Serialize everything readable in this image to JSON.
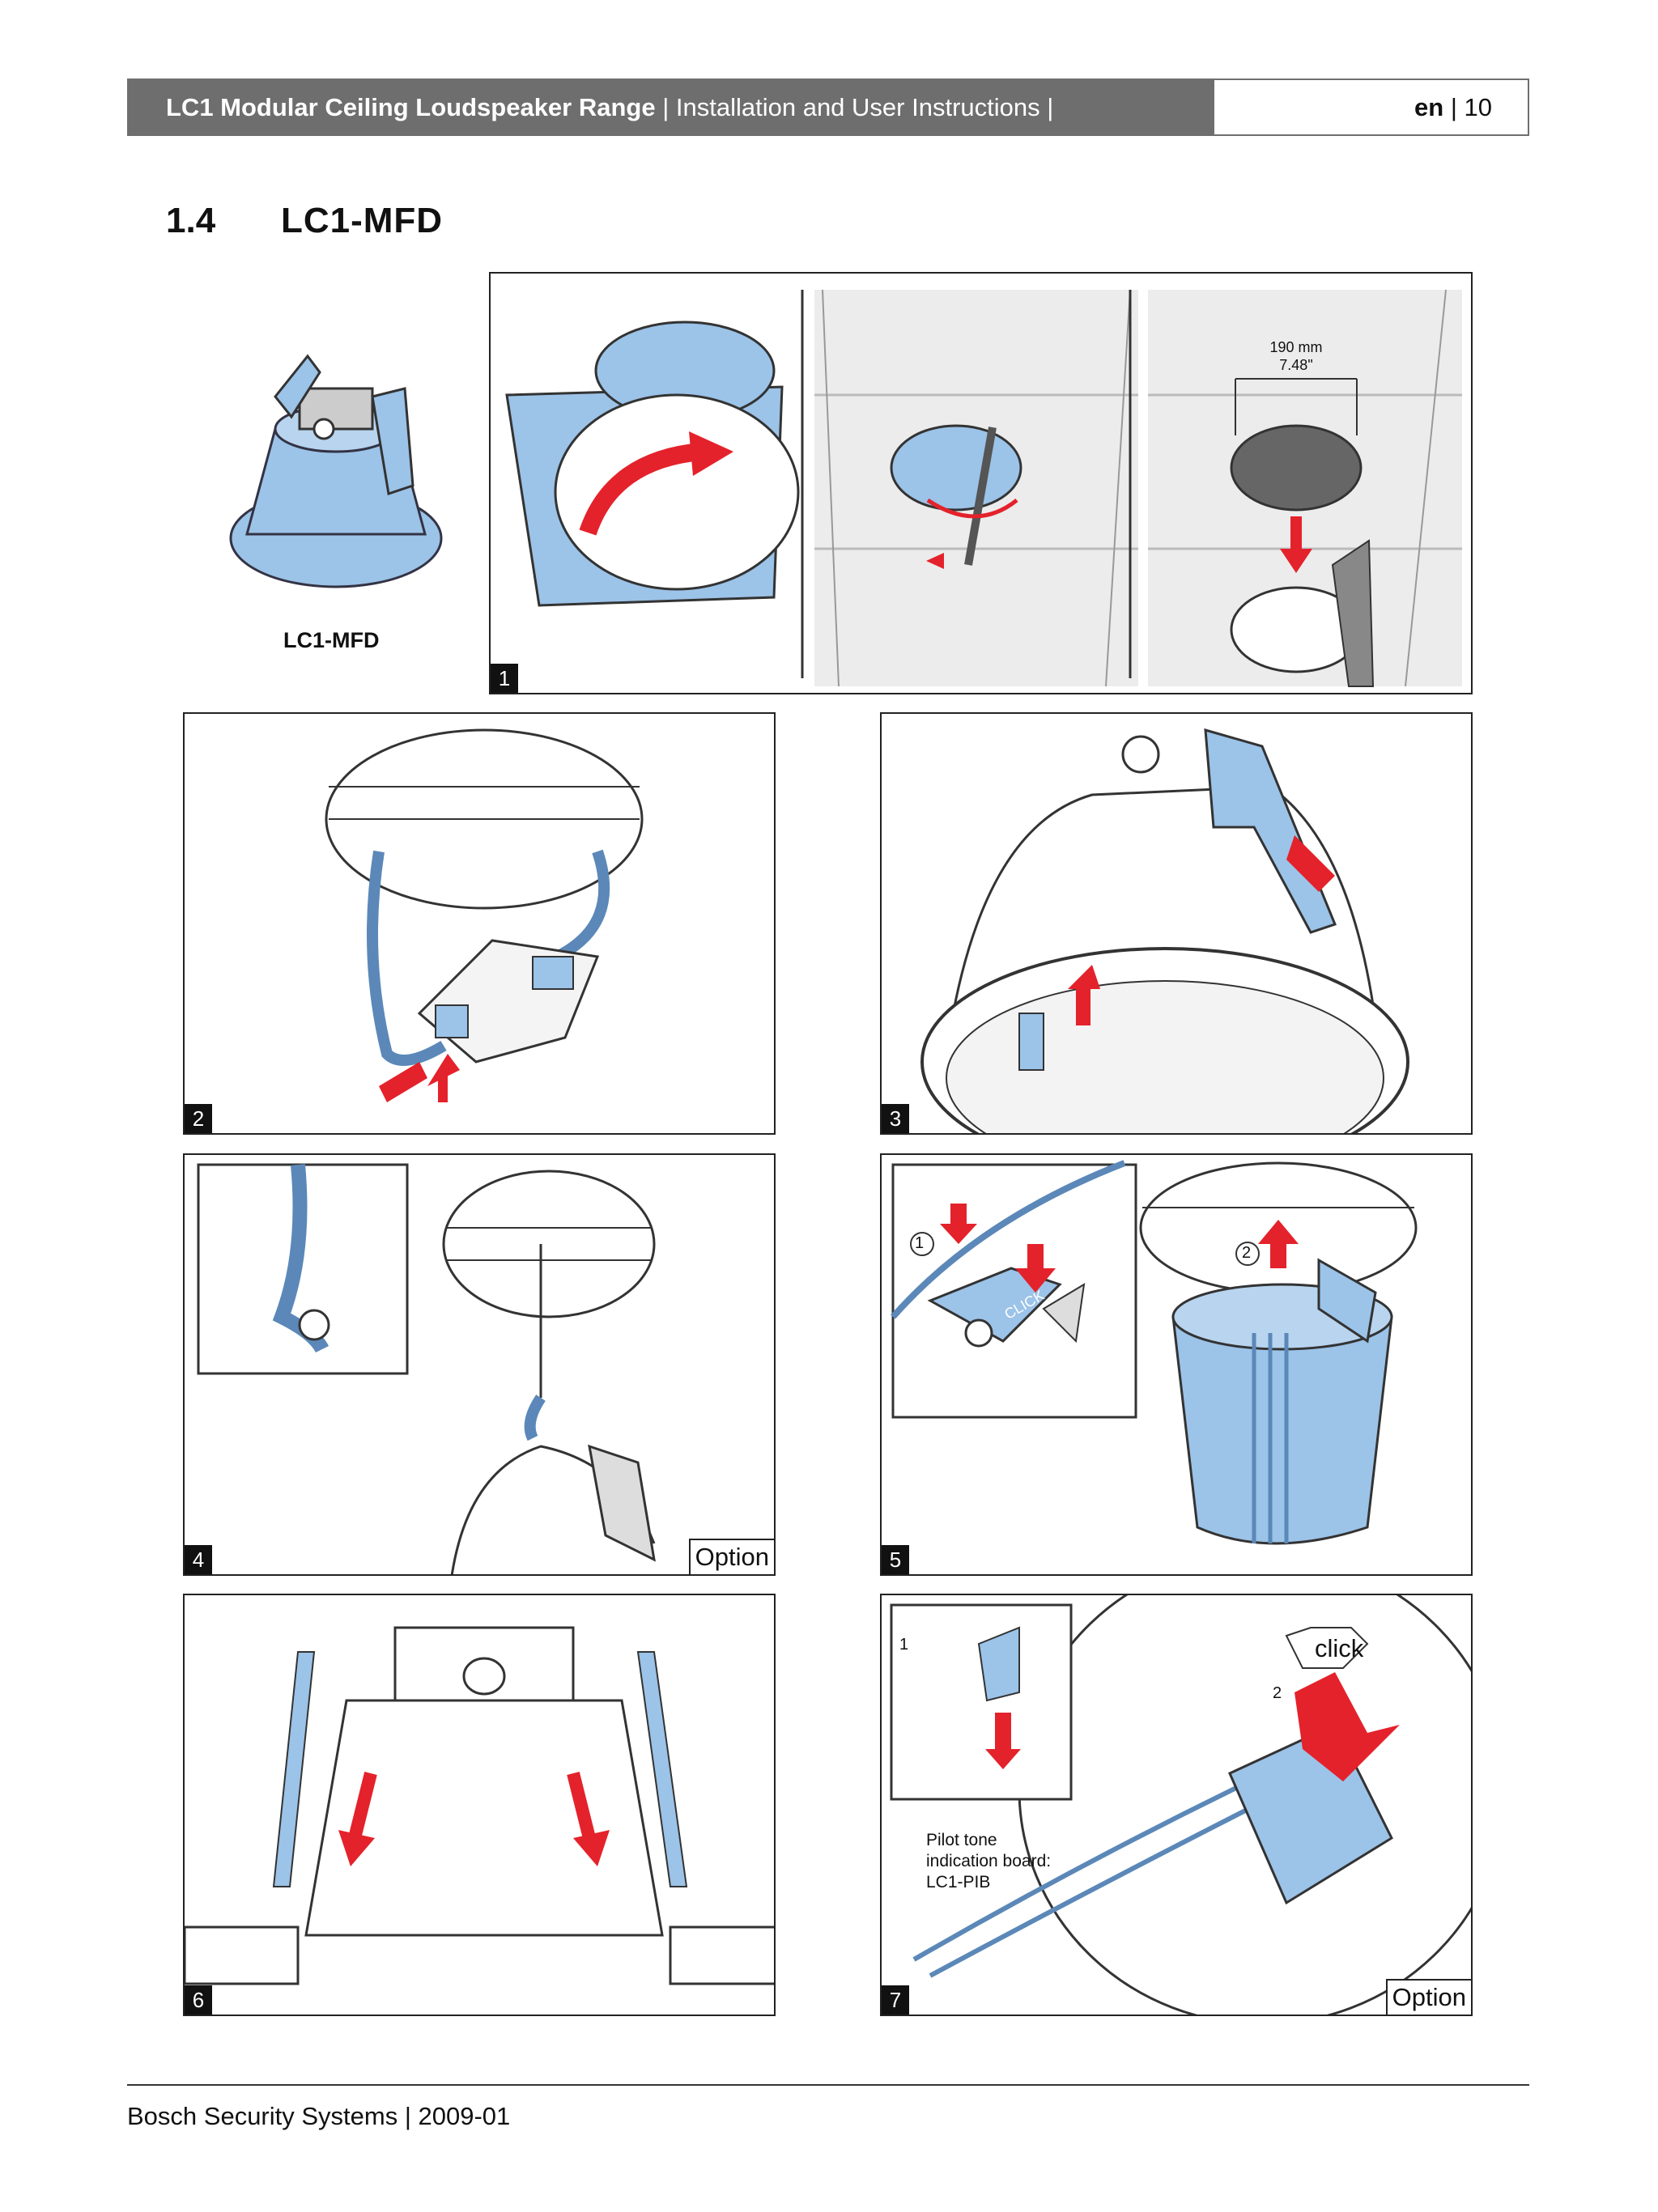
{
  "header": {
    "product": "LC1 Modular Ceiling Loudspeaker Range",
    "doc": "| Installation and User Instructions |",
    "lang": "en",
    "page": "| 10"
  },
  "section": {
    "number": "1.4",
    "title": "LC1-MFD"
  },
  "product_label": "LC1-MFD",
  "dimension": {
    "mm": "190 mm",
    "inch": "7.48\""
  },
  "steps": [
    {
      "number": "1"
    },
    {
      "number": "2"
    },
    {
      "number": "3"
    },
    {
      "number": "4",
      "tag": "Option"
    },
    {
      "number": "5"
    },
    {
      "number": "6"
    },
    {
      "number": "7",
      "tag": "Option"
    }
  ],
  "callouts": {
    "one": "1",
    "two": "2",
    "click": "click",
    "click_upper": "CLICK"
  },
  "pilot_tone": {
    "line1": "Pilot tone",
    "line2": "indication board:",
    "line3": "LC1-PIB"
  },
  "footer": "Bosch Security Systems | 2009-01",
  "colors": {
    "speaker_blue": "#9cc3e8",
    "arrow_red": "#e4222b",
    "header_grey": "#6e6e6e"
  }
}
